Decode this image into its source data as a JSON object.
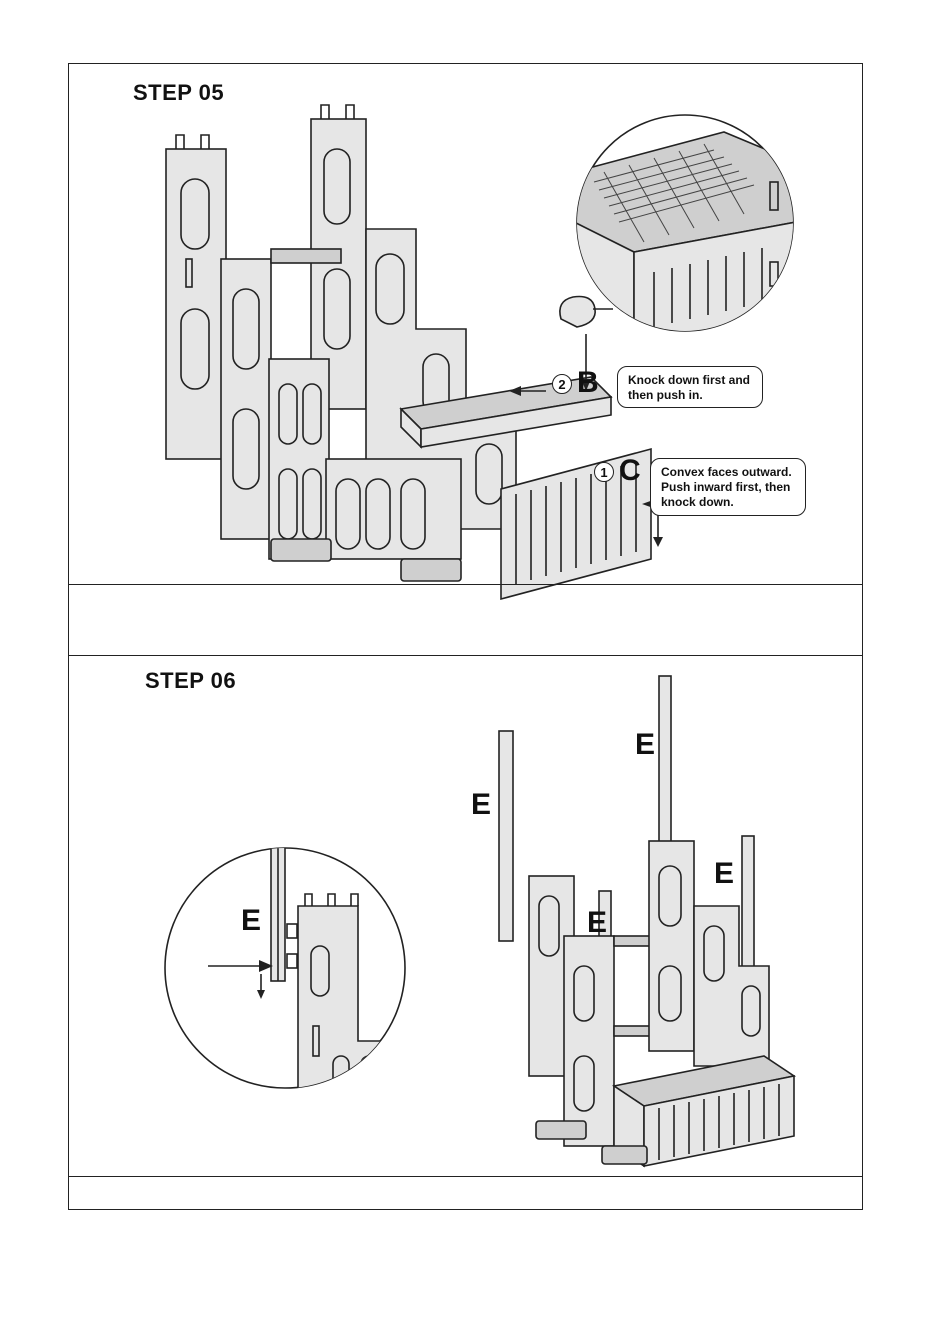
{
  "step5": {
    "title": "STEP 05",
    "label_b": "B",
    "label_c": "C",
    "num_b": "2",
    "num_c": "1",
    "callout_b": "Knock down first and then push in.",
    "callout_c": "Convex faces outward. Push inward first, then knock down."
  },
  "step6": {
    "title": "STEP 06",
    "label_e": "E"
  }
}
